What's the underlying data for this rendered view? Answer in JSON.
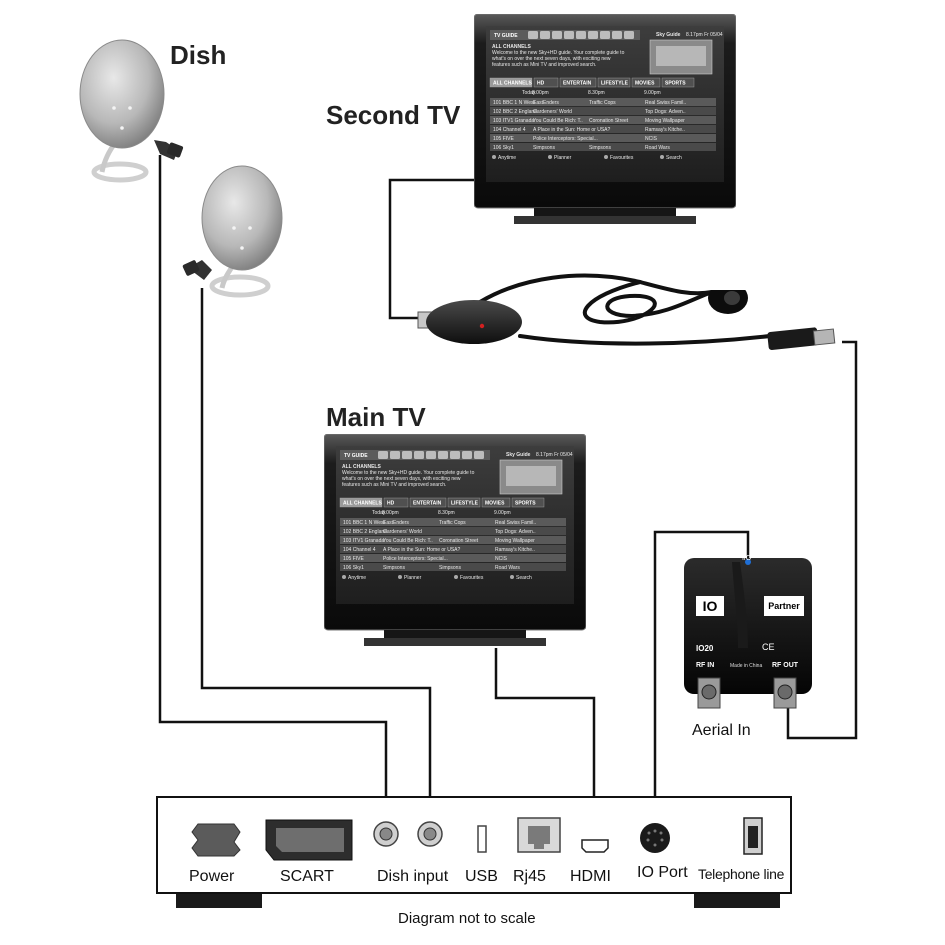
{
  "labels": {
    "dish": "Dish",
    "second_tv": "Second TV",
    "main_tv": "Main TV",
    "aerial_in": "Aerial In",
    "footnote": "Diagram not to scale"
  },
  "receiver_ports": [
    "Power",
    "SCART",
    "Dish input",
    "USB",
    "Rj45",
    "HDMI",
    "IO Port",
    "Telephone line"
  ],
  "partner_box": {
    "io_port_label": "I/O",
    "logo_left": "IO",
    "logo_right": "Partner",
    "model": "IO20",
    "rf_in": "RF IN",
    "made_in": "Made in China",
    "rf_out": "RF OUT",
    "ce_mark": "CE"
  },
  "tv_screen": {
    "header": "TV GUIDE",
    "brand": "Sky Guide",
    "clock": "8.17pm Fr 05/04",
    "channel_group": "ALL CHANNELS",
    "intro": [
      "Welcome to the new Sky+HD guide. Your complete guide to",
      "what's on over the next seven days, with exciting new",
      "features such as Mini TV and improved search."
    ],
    "tabs": [
      "ALL CHANNELS",
      "HD",
      "ENTERTAIN",
      "LIFESTYLE",
      "MOVIES",
      "SPORTS"
    ],
    "time_slots": [
      "Today",
      "8.00pm",
      "8.30pm",
      "9.00pm"
    ],
    "rows": [
      [
        "101  BBC 1 N West",
        "EastEnders",
        "Traffic Cops",
        "Real Swiss Famil.."
      ],
      [
        "102  BBC 2 England",
        "Gardeners' World",
        "",
        "Top Dogs: Adven.."
      ],
      [
        "103  ITV1 Granada",
        "You Could Be Rich: T..",
        "Coronation Street",
        "Moving Wallpaper"
      ],
      [
        "104  Channel 4",
        "A Place in the Sun: Home or USA?",
        "",
        "Ramsay's Kitche.."
      ],
      [
        "105  FIVE",
        "Police Interceptors: Special...",
        "",
        "NCIS"
      ],
      [
        "106  Sky1",
        "Simpsons",
        "Simpsons",
        "Road Wars"
      ]
    ],
    "footer": [
      "Anytime",
      "Planner",
      "Favourites",
      "Search"
    ]
  }
}
